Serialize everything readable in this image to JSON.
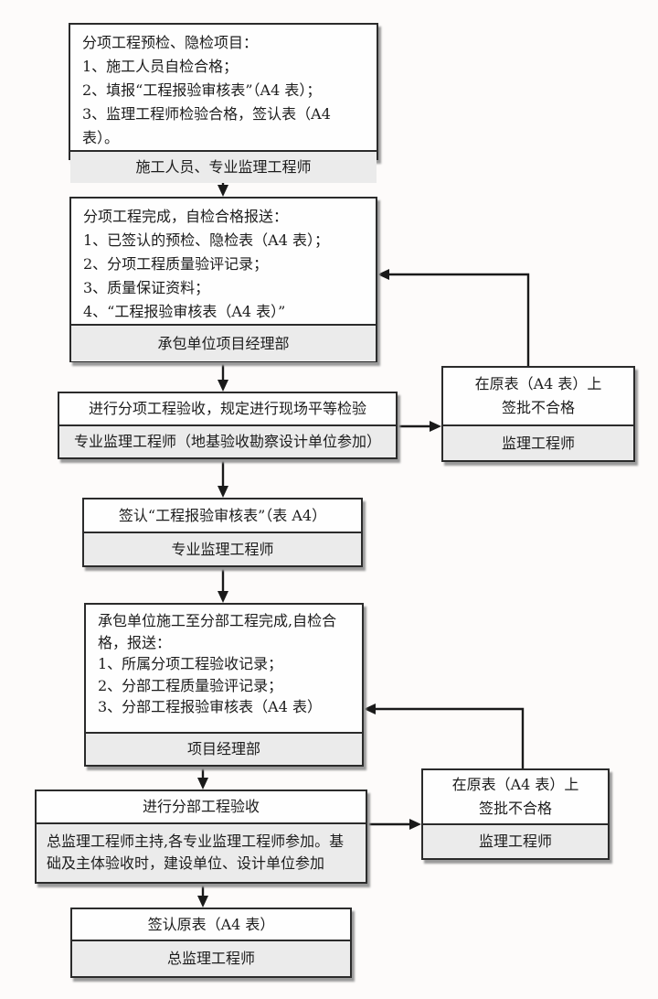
{
  "page": {
    "background": "#fdfbfa",
    "description": "Construction sub-item and division engineering inspection acceptance flowchart"
  },
  "colors": {
    "box_fill": "#fefefe",
    "footer_fill": "#ebebeb",
    "border": "#2b2b2b",
    "connector_line": "#1a1a1a",
    "shadow": "#9a9a9a",
    "text": "#1c1c1c"
  },
  "flow": {
    "nodes": [
      {
        "id": "subitem-pre-inspection",
        "lines": [
          "分项工程预检、隐检项目：",
          "1、施工人员自检合格；",
          "2、填报“工程报验审核表”（A4 表）；",
          "3、监理工程师检验合格，签认表（A4 表）。"
        ],
        "footer": "施工人员、专业监理工程师"
      },
      {
        "id": "subitem-completed",
        "lines": [
          "分项工程完成，自检合格报送：",
          "1、已签认的预检、隐检表（A4 表）；",
          "2、分项工程质量验评记录；",
          "3、质量保证资料；",
          "4、“工程报验审核表（A4 表）”"
        ],
        "footer": "承包单位项目经理部"
      },
      {
        "id": "subitem-acceptance",
        "lines": [
          "进行分项工程验收，规定进行现场平等检验"
        ],
        "footer": "专业监理工程师（地基验收勘察设计单位参加）"
      },
      {
        "id": "sign-review-form",
        "lines": [
          "签认“工程报验审核表”（表 A4）"
        ],
        "footer": "专业监理工程师"
      },
      {
        "id": "division-completed",
        "lines": [
          "承包单位施工至分部工程完成,自检合格，报送：",
          "1、所属分项工程验收记录；",
          "2、分部工程质量验评记录；",
          "3、分部工程报验审核表（A4 表）"
        ],
        "footer": "项目经理部"
      },
      {
        "id": "division-acceptance",
        "lines": [
          "进行分部工程验收"
        ],
        "footer": "总监理工程师主持,各专业监理工程师参加。基础及主体验收时，建设单位、设计单位参加"
      },
      {
        "id": "sign-original-form",
        "lines": [
          "签认原表（A4 表）"
        ],
        "footer": "总监理工程师"
      },
      {
        "id": "reject-subitem",
        "lines": [
          "在原表（A4 表）上",
          "签批不合格"
        ],
        "footer": "监理工程师"
      },
      {
        "id": "reject-division",
        "lines": [
          "在原表（A4 表）上",
          "签批不合格"
        ],
        "footer": "监理工程师"
      }
    ]
  }
}
